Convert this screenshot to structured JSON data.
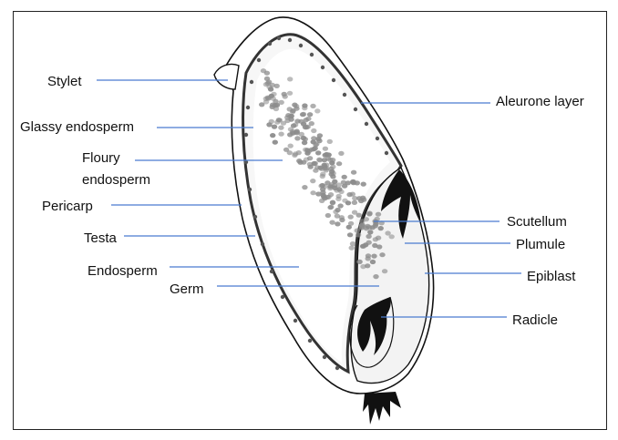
{
  "diagram": {
    "labels_left": {
      "stylet": "Stylet",
      "glassy_endosperm": "Glassy endosperm",
      "floury_line1": "Floury",
      "floury_line2": "endosperm",
      "pericarp": "Pericarp",
      "testa": "Testa",
      "endosperm": "Endosperm",
      "germ": "Germ"
    },
    "labels_right": {
      "aleurone_layer": "Aleurone layer",
      "scutellum": "Scutellum",
      "plumule": "Plumule",
      "epiblast": "Epiblast",
      "radicle": "Radicle"
    },
    "colors": {
      "leader": "#4a7bd0",
      "outline": "#111111",
      "starch_granule": "#8c8c8c"
    }
  }
}
